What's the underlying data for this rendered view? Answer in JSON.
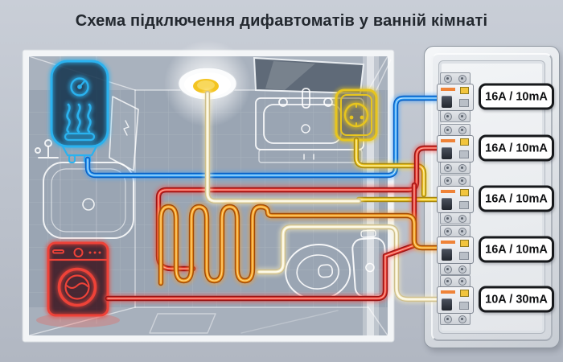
{
  "title": "Схема підключення дифавтоматів у ванній кімнаті",
  "panel": {
    "name": "distribution-board",
    "circuits": [
      {
        "label": "16A / 10mA",
        "wire_color": "#2b9df4",
        "appliance": "water-heater"
      },
      {
        "label": "16A / 10mA",
        "wire_color": "#e8382f",
        "appliance": "washing-machine"
      },
      {
        "label": "16A / 10mA",
        "wire_color": "#efc91f",
        "appliance": "socket-outlet"
      },
      {
        "label": "16A / 10mA",
        "wire_color": "#f29b1d",
        "appliance": "floor-heating"
      },
      {
        "label": "10A / 30mA",
        "wire_color": "#f6eecb",
        "appliance": "ceiling-light"
      }
    ]
  },
  "scene": {
    "appliances": [
      "water-heater",
      "ceiling-light",
      "mirror",
      "sink",
      "socket-outlet",
      "bathtub",
      "shower-door",
      "floor-heating",
      "washing-machine",
      "toilet"
    ]
  }
}
